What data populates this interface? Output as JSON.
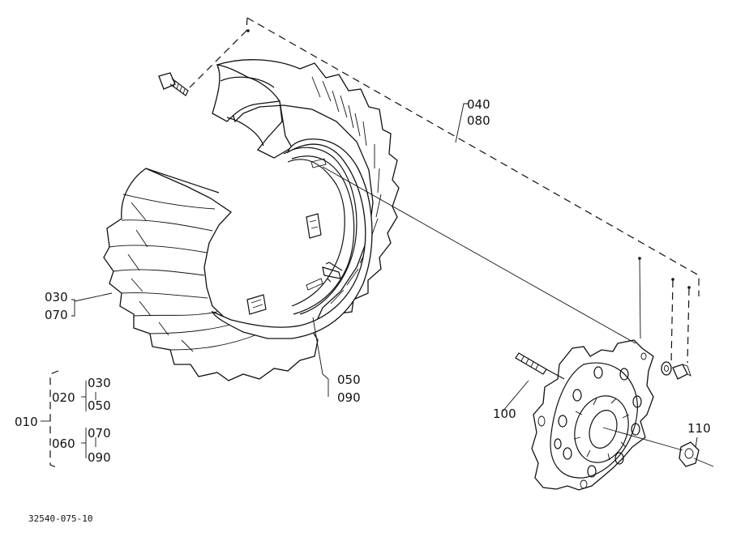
{
  "drawing_code": "32540-075-10",
  "colors": {
    "ink": "#111111",
    "paper": "#ffffff"
  },
  "callouts": {
    "tube_040": "040",
    "tube_080": "080",
    "tire_030": "030",
    "tire_070": "070",
    "rim_050": "050",
    "rim_090": "090",
    "stud": "100",
    "nut": "110"
  },
  "assembly_tree": {
    "root": "010",
    "group_a": "020",
    "group_a_first": "030",
    "group_a_second": "050",
    "group_b": "060",
    "group_b_first": "070",
    "group_b_second": "090"
  }
}
